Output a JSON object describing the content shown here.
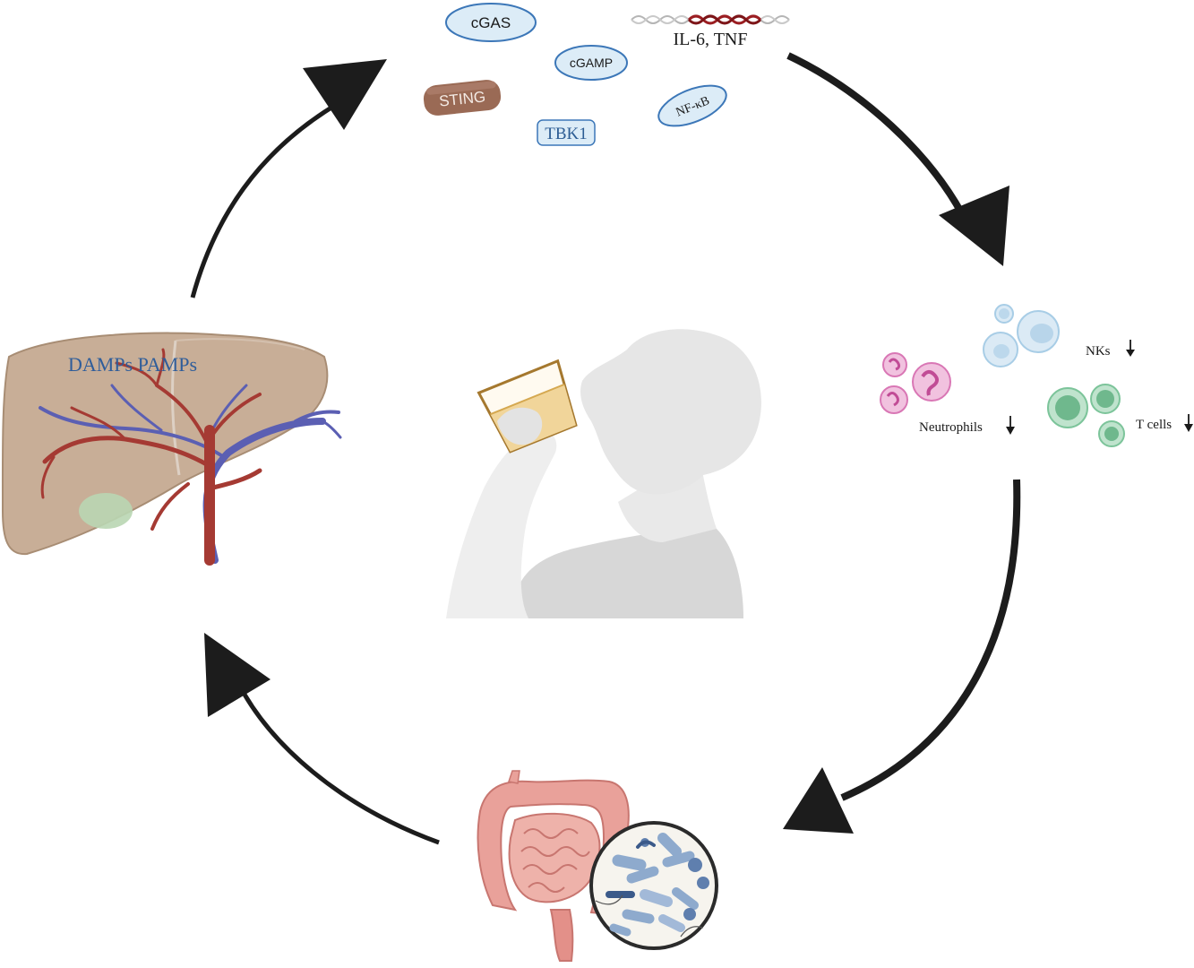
{
  "molecules": {
    "cgas": "cGAS",
    "cgamp": "cGAMP",
    "sting": "STING",
    "tbk1": "TBK1",
    "nfkb": "NF-κB",
    "cytokines": "IL-6, TNF"
  },
  "liver": {
    "label": "DAMPs PAMPs"
  },
  "immune_cells": {
    "nks": "NKs",
    "neutrophils": "Neutrophils",
    "tcells": "T cells"
  },
  "colors": {
    "arrow": "#1c1c1c",
    "molecule_fill": "#dcecf7",
    "molecule_stroke": "#3c77b8",
    "sting_fill": "#9a6a55",
    "liver": "#c8ae97",
    "artery": "#a53a33",
    "vein": "#5b5fb3",
    "neutrophil": "#d977b5",
    "nk": "#a8cde6",
    "tcell": "#7cc49a",
    "intestine": "#e9a19a",
    "bacteria": "#8eaacd",
    "silhouette": "#e6e6e6"
  },
  "icons": [
    "cycle-arrow-icon",
    "dna-helix-icon",
    "liver-icon",
    "drinking-person-icon",
    "intestine-icon",
    "bacteria-magnifier-icon",
    "neutrophil-cell-icon",
    "nk-cell-icon",
    "t-cell-icon",
    "down-arrow-icon"
  ]
}
